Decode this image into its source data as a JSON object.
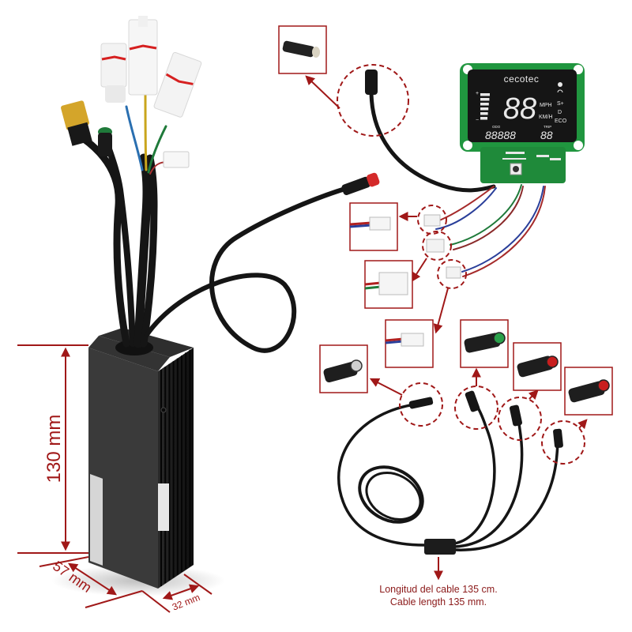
{
  "product": {
    "brand_logo": "cecotec",
    "components": [
      "controller-box",
      "lcd-display",
      "y-cable-harness",
      "connectors"
    ]
  },
  "dimensions": {
    "height": "130 mm",
    "width": "57 mm",
    "depth": "32 mm"
  },
  "display": {
    "speed_digits": "88",
    "speed_unit_top": "MPH",
    "speed_unit_bottom": "KM/H",
    "odo_label": "ODO",
    "odo_digits": "88888",
    "trip_label": "TRIP",
    "trip_digits": "88",
    "mode_labels": [
      "S+",
      "D",
      "ECO"
    ],
    "battery_plus": "+",
    "battery_minus": "−",
    "battery_bars": 6
  },
  "caption": {
    "line1": "Longitud del cable 135 cm.",
    "line2": "Cable length 135 mm."
  },
  "colors": {
    "annotation_red": "#a01818",
    "pcb_green": "#1f8a3a",
    "controller_black": "#1c1c1c"
  },
  "callouts": [
    {
      "name": "display-connector",
      "pin_color": "#d9d3c2"
    },
    {
      "name": "jst-connector-1",
      "pin_color": "#f2f2f2"
    },
    {
      "name": "jst-connector-2",
      "pin_color": "#f2f2f2"
    },
    {
      "name": "jst-connector-3",
      "pin_color": "#f2f2f2"
    },
    {
      "name": "main-harness-connector",
      "pin_color": "#cfcfcf"
    },
    {
      "name": "green-tip-connector",
      "pin_color": "#2aa04a"
    },
    {
      "name": "red-tip-connector-1",
      "pin_color": "#c81e1e"
    },
    {
      "name": "red-tip-connector-2",
      "pin_color": "#c81e1e"
    }
  ]
}
